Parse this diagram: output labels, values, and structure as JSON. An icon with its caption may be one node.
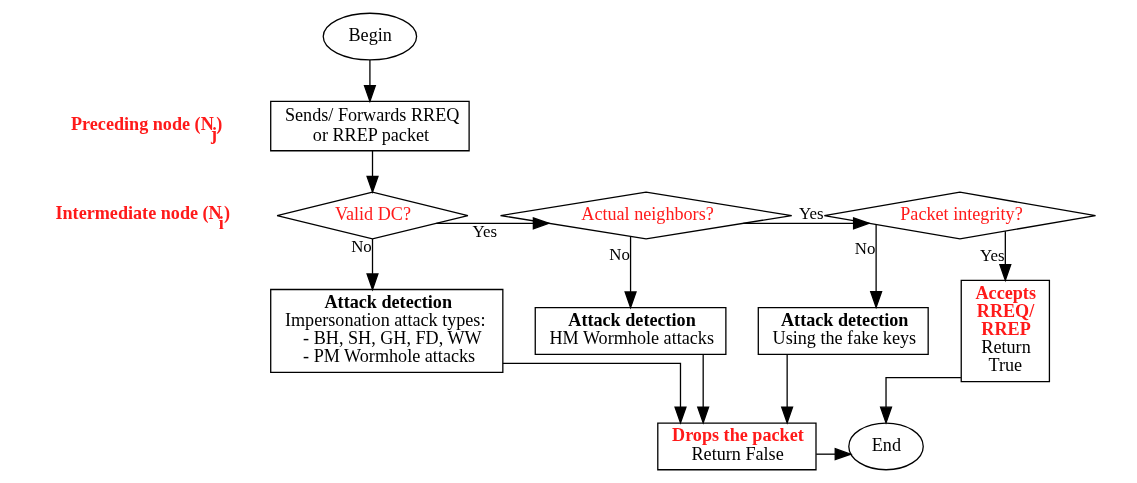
{
  "diagram": {
    "nodes": [
      {
        "text": [
          "Begin"
        ]
      },
      {
        "text": [
          "Sends/ Forwards RREQ or RREP packet"
        ]
      },
      {
        "text": [
          "Valid DC?"
        ]
      },
      {
        "text": [
          "Actual neighbors?"
        ]
      },
      {
        "text": [
          "Packet integrity?"
        ]
      },
      {
        "text": [
          "Attack detection",
          "Impersonation attack types: - BH, SH, GH, FD, WW - PM Wormhole attacks"
        ]
      },
      {
        "text": [
          "Attack detection",
          "HM Wormhole attacks"
        ]
      },
      {
        "text": [
          "Attack detection",
          "Using the fake keys"
        ]
      },
      {
        "text": [
          "Accepts RREQ/ RREP",
          "Return True"
        ]
      },
      {
        "text": [
          "Drops the packet",
          "Return False"
        ]
      },
      {
        "text": [
          "End"
        ]
      }
    ],
    "edges": [
      {
        "from": 0,
        "to": 1,
        "arrow": "to"
      },
      {
        "from": 1,
        "to": 2,
        "arrow": "to"
      },
      {
        "from": 2,
        "to": 3,
        "arrow": "to",
        "label": "Yes"
      },
      {
        "from": 3,
        "to": 4,
        "arrow": "to",
        "label": "Yes"
      },
      {
        "from": 4,
        "to": 8,
        "arrow": "to",
        "label": "Yes"
      },
      {
        "from": 2,
        "to": 5,
        "arrow": "to",
        "label": "No"
      },
      {
        "from": 3,
        "to": 6,
        "arrow": "to",
        "label": "No"
      },
      {
        "from": 4,
        "to": 7,
        "arrow": "to",
        "label": "No"
      },
      {
        "from": 5,
        "to": 9,
        "arrow": "to"
      },
      {
        "from": 6,
        "to": 9,
        "arrow": "to"
      },
      {
        "from": 7,
        "to": 9,
        "arrow": "to"
      },
      {
        "from": 9,
        "to": 10,
        "arrow": "to"
      },
      {
        "from": 8,
        "to": 10,
        "arrow": "to"
      }
    ],
    "labels": [
      "Preceding node (N$_{j}$)",
      "Intermediate node (N$_{i}$)"
    ]
  }
}
